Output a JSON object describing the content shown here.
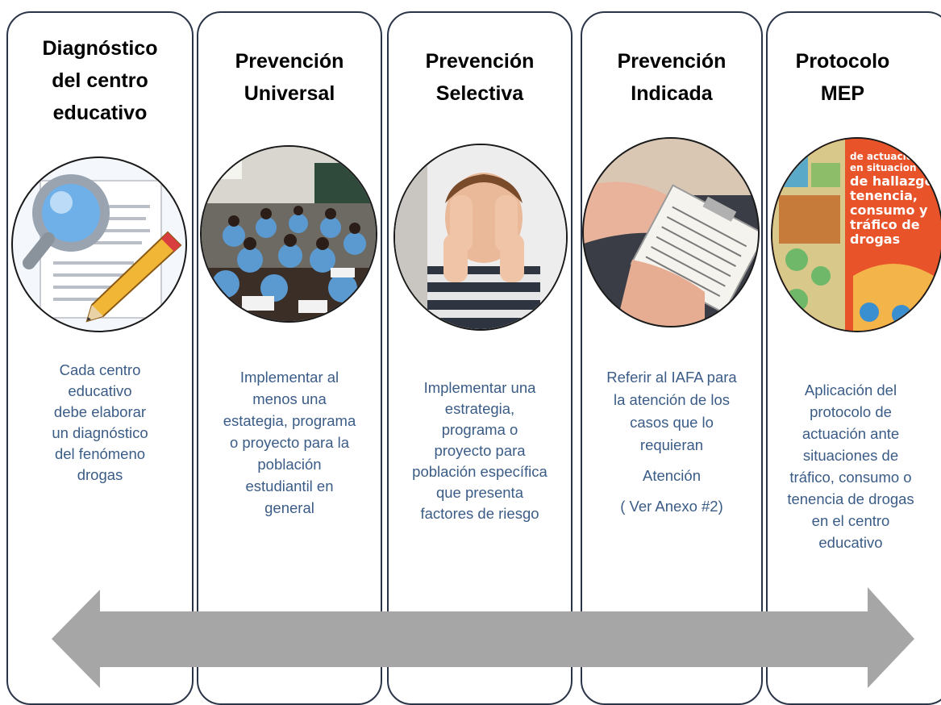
{
  "stages": [
    {
      "title_lines": [
        "Diagnóstico",
        "del centro",
        "educativo"
      ],
      "image_icon": "magnifier-document-pencil-icon",
      "description_lines": [
        "Cada centro",
        "educativo",
        "debe elaborar",
        "un diagnóstico",
        "del fenómeno",
        "drogas"
      ]
    },
    {
      "title_lines": [
        "Prevención",
        "Universal"
      ],
      "image_icon": "classroom-students-photo",
      "description_lines": [
        "Implementar al",
        "menos una",
        "estategia, programa",
        "o proyecto para la",
        "población",
        "estudiantil  en",
        "general"
      ]
    },
    {
      "title_lines": [
        "Prevención",
        "Selectiva"
      ],
      "image_icon": "child-covering-face-photo",
      "description_lines": [
        "Implementar  una",
        "estrategia,",
        "programa o",
        "proyecto para",
        "población específica",
        "que presenta",
        "factores de riesgo"
      ]
    },
    {
      "title_lines": [
        "Prevención",
        "Indicada"
      ],
      "image_icon": "clipboard-consultation-photo",
      "description_lines": [
        "Referir  al IAFA para",
        "la atención de los",
        "casos que lo",
        "requieran"
      ],
      "extra_lines": [
        "Atención",
        "( Ver Anexo #2)"
      ]
    },
    {
      "title_lines": [
        "Protocolo",
        "MEP"
      ],
      "image_icon": "protocol-booklet-cover-image",
      "cover_text_lines": [
        "de actuació",
        "en situacion",
        "de hallazgo",
        "tenencia,",
        "consumo y",
        "tráfico de",
        "drogas"
      ],
      "description_lines": [
        "Aplicación del",
        "protocolo de",
        "actuación ante",
        "situaciones de",
        "tráfico, consumo o",
        "tenencia de drogas",
        "en el centro",
        "educativo"
      ]
    }
  ],
  "colors": {
    "panel_border": "#2b3548",
    "description_text": "#3b5c86",
    "arrow_fill": "#a6a6a6"
  }
}
